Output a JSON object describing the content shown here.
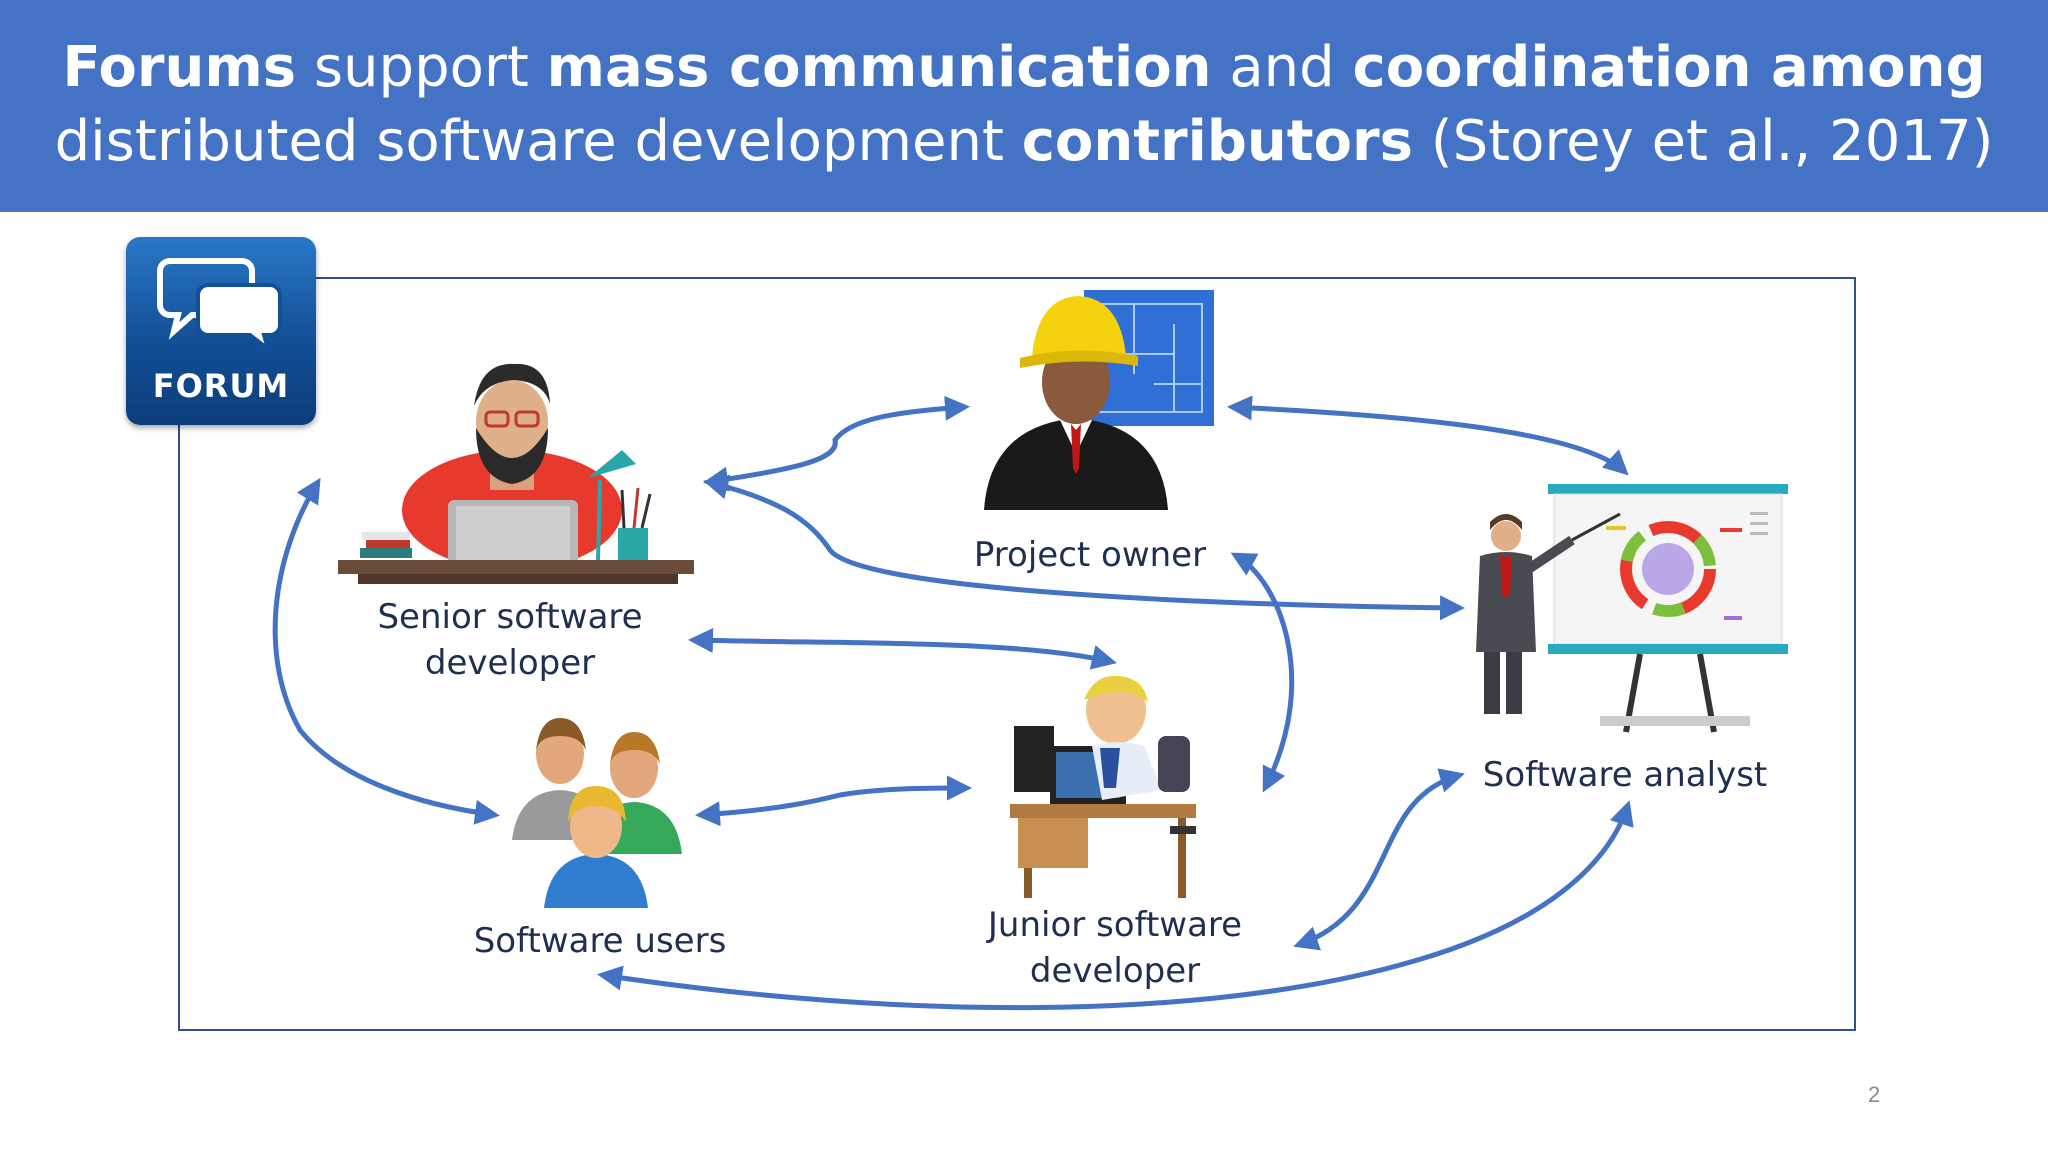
{
  "title": {
    "segments": [
      {
        "text": "Forums",
        "bold": true
      },
      {
        "text": " support ",
        "bold": false
      },
      {
        "text": "mass communication",
        "bold": true
      },
      {
        "text": " and ",
        "bold": false
      },
      {
        "text": "coordination among",
        "bold": true
      }
    ],
    "segments2": [
      {
        "text": "distributed software development ",
        "bold": false
      },
      {
        "text": "contributors",
        "bold": true
      },
      {
        "text": " (Storey et al., 2017)",
        "bold": false
      }
    ]
  },
  "forum_badge": {
    "label": "FORUM",
    "icon": "chat-bubbles-icon"
  },
  "nodes": {
    "senior": {
      "line1": "Senior software",
      "line2": "developer",
      "icon": "senior-developer-illustration"
    },
    "owner": {
      "label": "Project owner",
      "icon": "project-owner-illustration"
    },
    "analyst": {
      "label": "Software analyst",
      "icon": "software-analyst-illustration"
    },
    "users": {
      "label": "Software users",
      "icon": "software-users-illustration"
    },
    "junior": {
      "line1": "Junior software",
      "line2": "developer",
      "icon": "junior-developer-illustration"
    }
  },
  "colors": {
    "header": "#4472c4",
    "arrow": "#4472c4",
    "frame": "#2f4f8f",
    "text": "#1f2f4f"
  },
  "page_number": "2"
}
